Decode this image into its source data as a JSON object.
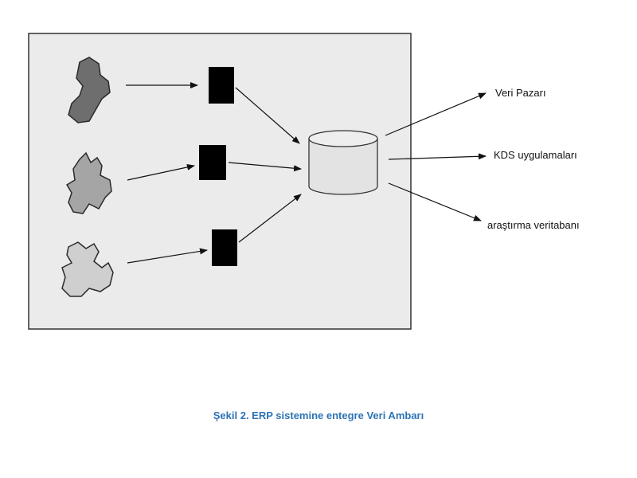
{
  "outputs": {
    "data_mart": "Veri Pazarı",
    "dss_apps": "KDS uygulamaları",
    "research_db": "araştırma veritabanı"
  },
  "caption": "Şekil 2. ERP sistemine entegre Veri Ambarı",
  "colors": {
    "frame_bg": "#ebebeb",
    "frame_border": "#333333",
    "source_1": "#6e6e6e",
    "source_2": "#a5a5a5",
    "source_3": "#cfcfcf",
    "block": "#000000",
    "cylinder": "#e3e3e3",
    "caption": "#2e74b5"
  },
  "icons": {
    "sources": "irregular-blob-shape",
    "transform": "black-rectangle",
    "warehouse": "database-cylinder"
  }
}
